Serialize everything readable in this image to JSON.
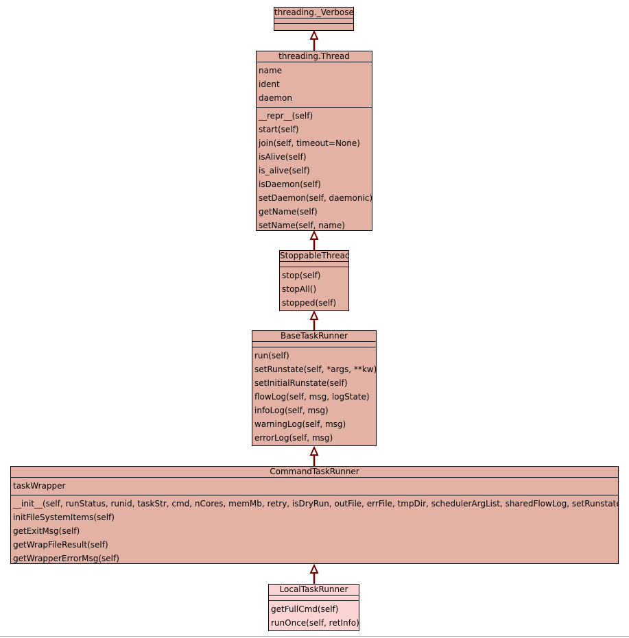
{
  "diagram": {
    "classes": [
      {
        "id": "verbose",
        "name": "threading._Verbose",
        "attributes": [],
        "methods": []
      },
      {
        "id": "thread",
        "name": "threading.Thread",
        "attributes": [
          "name",
          "ident",
          "daemon"
        ],
        "methods": [
          "__repr__(self)",
          "start(self)",
          "join(self, timeout=None)",
          "isAlive(self)",
          "is_alive(self)",
          "isDaemon(self)",
          "setDaemon(self, daemonic)",
          "getName(self)",
          "setName(self, name)"
        ]
      },
      {
        "id": "stoppable",
        "name": "StoppableThread",
        "attributes": [],
        "methods": [
          "stop(self)",
          "stopAll()",
          "stopped(self)"
        ]
      },
      {
        "id": "base",
        "name": "BaseTaskRunner",
        "attributes": [],
        "methods": [
          "run(self)",
          "setRunstate(self, *args, **kw)",
          "setInitialRunstate(self)",
          "flowLog(self, msg, logState)",
          "infoLog(self, msg)",
          "warningLog(self, msg)",
          "errorLog(self, msg)"
        ]
      },
      {
        "id": "command",
        "name": "CommandTaskRunner",
        "attributes": [
          "taskWrapper"
        ],
        "methods": [
          "__init__(self, runStatus, runid, taskStr, cmd, nCores, memMb, retry, isDryRun, outFile, errFile, tmpDir, schedulerArgList, sharedFlowLog, setRunstate)",
          "initFileSystemItems(self)",
          "getExitMsg(self)",
          "getWrapFileResult(self)",
          "getWrapperErrorMsg(self)"
        ]
      },
      {
        "id": "local",
        "name": "LocalTaskRunner",
        "attributes": [],
        "methods": [
          "getFullCmd(self)",
          "runOnce(self, retInfo)"
        ]
      }
    ],
    "inheritance": [
      {
        "child": "thread",
        "parent": "verbose"
      },
      {
        "child": "stoppable",
        "parent": "thread"
      },
      {
        "child": "base",
        "parent": "stoppable"
      },
      {
        "child": "command",
        "parent": "base"
      },
      {
        "child": "local",
        "parent": "command"
      }
    ],
    "colors": {
      "class_fill": "#e3b2a4",
      "leaf_fill": "#fbd3d3",
      "border": "#000000",
      "edge": "#7a0000"
    }
  }
}
